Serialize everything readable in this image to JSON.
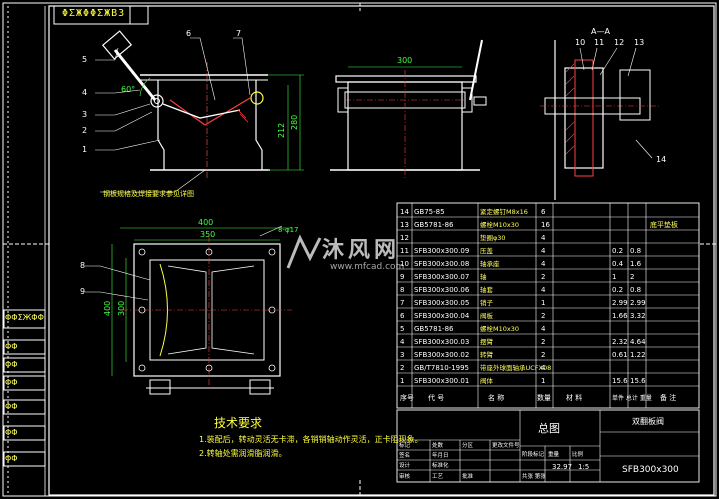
{
  "header_tag": "ΦΣЖΦΦΣЖΒЗ",
  "side_tags": [
    "ΦΦΣЖΦΦ",
    "ΦΦ",
    "ΦΦ",
    "ΦΦ",
    "ΦΦ",
    "ΦΦ",
    "ΦΦ"
  ],
  "watermark": {
    "title": "沐风网",
    "url": "www.mfcad.com"
  },
  "section_label": "A—A",
  "views": {
    "side_view": {
      "dim_angle": "60°",
      "dim_212": "212",
      "dim_280": "280",
      "balloons": [
        "1",
        "2",
        "3",
        "4",
        "5",
        "6",
        "7"
      ],
      "note": "钢板规格及焊接要求参见详图"
    },
    "front_view": {
      "dim_300": "300"
    },
    "section_view": {
      "balloons": [
        "10",
        "11",
        "12",
        "13",
        "14"
      ]
    },
    "plan_view": {
      "dim_400": "400",
      "dim_350": "350",
      "dim_h400": "400",
      "dim_h300": "300",
      "hole_label": "8-φ17",
      "balloons": [
        "8",
        "9"
      ]
    }
  },
  "bom": {
    "rows": [
      {
        "no": "14",
        "code": "GB75-85",
        "name": "紧定螺钉M8x16",
        "qty": "6",
        "mat": "",
        "w1": "",
        "w2": "",
        "note": "",
        "extra": ""
      },
      {
        "no": "13",
        "code": "GB5781-86",
        "name": "螺栓M10x30",
        "qty": "16",
        "mat": "",
        "w1": "",
        "w2": "",
        "note": "底平垫板",
        "extra": ""
      },
      {
        "no": "12",
        "code": "",
        "name": "垫圈φ30",
        "qty": "4",
        "mat": "",
        "w1": "",
        "w2": "",
        "note": "",
        "extra": ""
      },
      {
        "no": "11",
        "code": "SFB300x300.09",
        "name": "压盖",
        "qty": "4",
        "mat": "",
        "w1": "0.2",
        "w2": "0.8",
        "note": "",
        "extra": ""
      },
      {
        "no": "10",
        "code": "SFB300x300.08",
        "name": "轴承座",
        "qty": "4",
        "mat": "",
        "w1": "0.4",
        "w2": "1.6",
        "note": "",
        "extra": ""
      },
      {
        "no": "9",
        "code": "SFB300x300.07",
        "name": "轴",
        "qty": "2",
        "mat": "",
        "w1": "1",
        "w2": "2",
        "note": "",
        "extra": ""
      },
      {
        "no": "8",
        "code": "SFB300x300.06",
        "name": "轴套",
        "qty": "4",
        "mat": "",
        "w1": "0.2",
        "w2": "0.8",
        "note": "",
        "extra": ""
      },
      {
        "no": "7",
        "code": "SFB300x300.05",
        "name": "销子",
        "qty": "1",
        "mat": "",
        "w1": "2.99",
        "w2": "2.99",
        "note": "",
        "extra": ""
      },
      {
        "no": "6",
        "code": "SFB300x300.04",
        "name": "阀板",
        "qty": "2",
        "mat": "",
        "w1": "1.66",
        "w2": "3.32",
        "note": "",
        "extra": ""
      },
      {
        "no": "5",
        "code": "GB5781-86",
        "name": "螺栓M10x30",
        "qty": "4",
        "mat": "",
        "w1": "",
        "w2": "",
        "note": "",
        "extra": ""
      },
      {
        "no": "4",
        "code": "SFB300x300.03",
        "name": "摆臂",
        "qty": "2",
        "mat": "",
        "w1": "2.32",
        "w2": "4.64",
        "note": "",
        "extra": ""
      },
      {
        "no": "3",
        "code": "SFB300x300.02",
        "name": "转臂",
        "qty": "2",
        "mat": "",
        "w1": "0.61",
        "w2": "1.22",
        "note": "",
        "extra": ""
      },
      {
        "no": "2",
        "code": "GB/T7810-1995",
        "name": "带座外球面轴承UCFX08",
        "qty": "4",
        "mat": "",
        "w1": "",
        "w2": "",
        "note": "",
        "extra": ""
      },
      {
        "no": "1",
        "code": "SFB300x300.01",
        "name": "阀体",
        "qty": "1",
        "mat": "",
        "w1": "15.6",
        "w2": "15.6",
        "note": "",
        "extra": ""
      }
    ],
    "header": {
      "no": "序号",
      "code": "代  号",
      "name": "名  称",
      "qty": "数量",
      "mat": "材  料",
      "w": "单件 总计 重量",
      "note": "备  注"
    }
  },
  "title_block": {
    "drawing_name": "总图",
    "company": "双翻板阀",
    "drawing_no": "SFB300x300",
    "weight": "32.97",
    "scale": "1:5",
    "cells": [
      "标记",
      "处数",
      "分区",
      "更改文件号",
      "签名",
      "年月日",
      "设计",
      "标准化",
      "阶段标记",
      "重量",
      "比例",
      "审核",
      "工艺",
      "批准",
      "共张 第张"
    ]
  },
  "tech_requirements": {
    "title": "技术要求",
    "lines": [
      "1.装配后，转动灵活无卡滞，各销销轴动作灵活，正卡阻现象。",
      "2.转轴处需润滑脂润滑。"
    ]
  }
}
